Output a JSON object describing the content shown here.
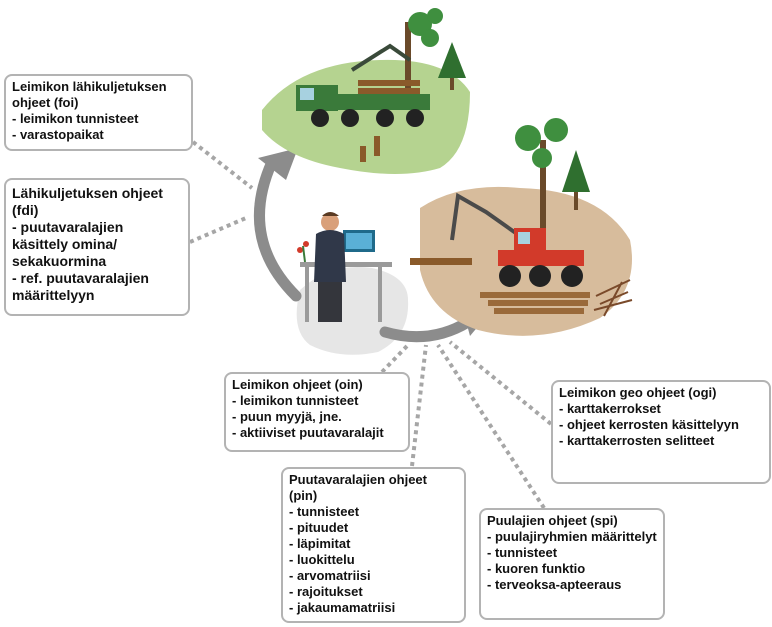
{
  "boxes": {
    "foi": {
      "title": "Leimikon lähikuljetuksen ohjeet (foi)",
      "items": [
        "- leimikon tunnisteet",
        "- varastopaikat"
      ]
    },
    "fdi": {
      "title": "Lähikuljetuksen ohjeet (fdi)",
      "items": [
        "- puutavaralajien käsittely omina/ sekakuormina",
        "- ref. puutavaralajien määrittelyyn"
      ]
    },
    "oin": {
      "title": "Leimikon ohjeet (oin)",
      "items": [
        "- leimikon tunnisteet",
        "- puun myyjä, jne.",
        "- aktiiviset puutavaralajit"
      ]
    },
    "ogi": {
      "title": "Leimikon geo ohjeet (ogi)",
      "items": [
        "- karttakerrokset",
        "- ohjeet kerrosten käsittelyyn",
        "- karttakerrosten selitteet"
      ]
    },
    "pin": {
      "title": "Puutavaralajien ohjeet (pin)",
      "items": [
        "- tunnisteet",
        "- pituudet",
        "- läpimitat",
        "- luokittelu",
        "- arvomatriisi",
        "- rajoitukset",
        "- jakaumamatriisi"
      ]
    },
    "spi": {
      "title": "Puulajien ohjeet (spi)",
      "items": [
        "- puulajiryhmien määrittelyt",
        "- tunnisteet",
        "- kuoren funktio",
        "- terveoksa-apteeraus"
      ]
    }
  },
  "colors": {
    "box_border": "#b3b3b3",
    "connector": "#a6a6a6",
    "arrow": "#8c8c8c",
    "forwarder_ground": "#b5d390",
    "harvester_ground": "#d7bc9c",
    "office_blob": "#e6e6e6",
    "machine_green": "#3a7a3a",
    "machine_red": "#d23a2a"
  },
  "icons": [
    "forwarder-scene",
    "harvester-scene",
    "office-worker"
  ]
}
